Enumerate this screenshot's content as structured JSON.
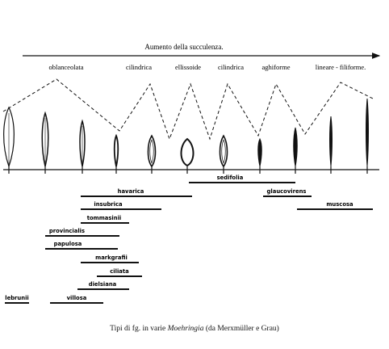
{
  "header": {
    "arrow_label": "Aumento della succulenza."
  },
  "shapes": [
    "oblanceolata",
    "cilindrica",
    "ellissoide",
    "cilindrica",
    "aghiforme",
    "lineare - filiforme."
  ],
  "species": [
    "sedifolia",
    "havarica",
    "glaucovirens",
    "insubrica",
    "muscosa",
    "tommasinii",
    "provincialis",
    "papulosa",
    "markgrafii",
    "ciliata",
    "dielsiana",
    "lebrunii",
    "villosa"
  ],
  "caption": {
    "prefix": "Tipi di fg. in varie ",
    "genus": "Moehringia",
    "suffix": " (da Merxmüller e Grau)"
  }
}
